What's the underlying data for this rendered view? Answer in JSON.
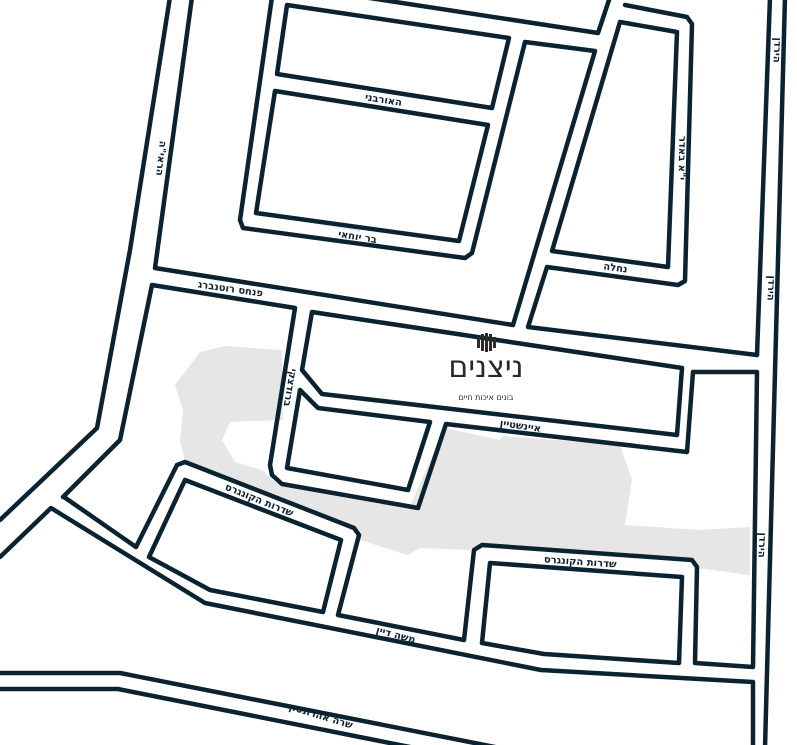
{
  "colors": {
    "road_outline": "#0b2331",
    "park": "#e6e6e6",
    "background": "#ffffff"
  },
  "logo": {
    "name": "ניצנים",
    "tagline": "בונים איכות חיים",
    "icon": "building-cluster-icon"
  },
  "streets": {
    "haorvani": "האורבני",
    "bar_yochai": "בר יוחאי",
    "harayah": "הראי\"ה",
    "pinchas_rutenberg": "פנחס רוטנברג",
    "nachala": "נחלה",
    "yud_alef_badar": "י\"א באדר",
    "hayarden_1": "הירדן",
    "hayarden_2": "הירדן",
    "hayarden_3": "הירדן",
    "brodetsky": "ברודצקי",
    "einstein": "איינשטיין",
    "sderot_hakongres_1": "שדרות הקונגרס",
    "sderot_hakongres_2": "שדרות הקונגרס",
    "moshe_dayan": "משה דיין",
    "sara_aharonson": "שרה אהרונסון"
  }
}
